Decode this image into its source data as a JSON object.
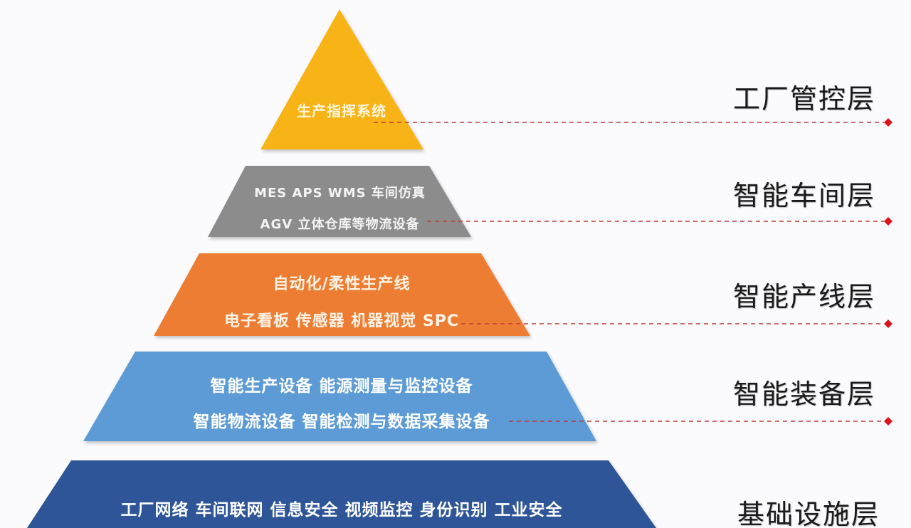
{
  "diagram": {
    "type": "pyramid",
    "layers": [
      {
        "id": "factory-control",
        "label": "工厂管控层",
        "lines": [
          "生产指挥系统"
        ],
        "color": "#f8b417"
      },
      {
        "id": "smart-workshop",
        "label": "智能车间层",
        "lines": [
          "MES APS WMS 车间仿真",
          "AGV 立体仓库等物流设备"
        ],
        "color": "#8c8c8c"
      },
      {
        "id": "smart-production-line",
        "label": "智能产线层",
        "lines": [
          "自动化/柔性生产线",
          "电子看板 传感器 机器视觉 SPC"
        ],
        "color": "#ed7d31"
      },
      {
        "id": "smart-equipment",
        "label": "智能装备层",
        "lines": [
          "智能生产设备 能源测量与监控设备",
          "智能物流设备 智能检测与数据采集设备"
        ],
        "color": "#5b9bd5"
      },
      {
        "id": "infrastructure",
        "label": "基础设施层",
        "lines": [
          "工厂网络 车间联网 信息安全 视频监控 身份识别 工业安全"
        ],
        "color": "#2f5597"
      }
    ],
    "connector_color": "#c00000"
  }
}
